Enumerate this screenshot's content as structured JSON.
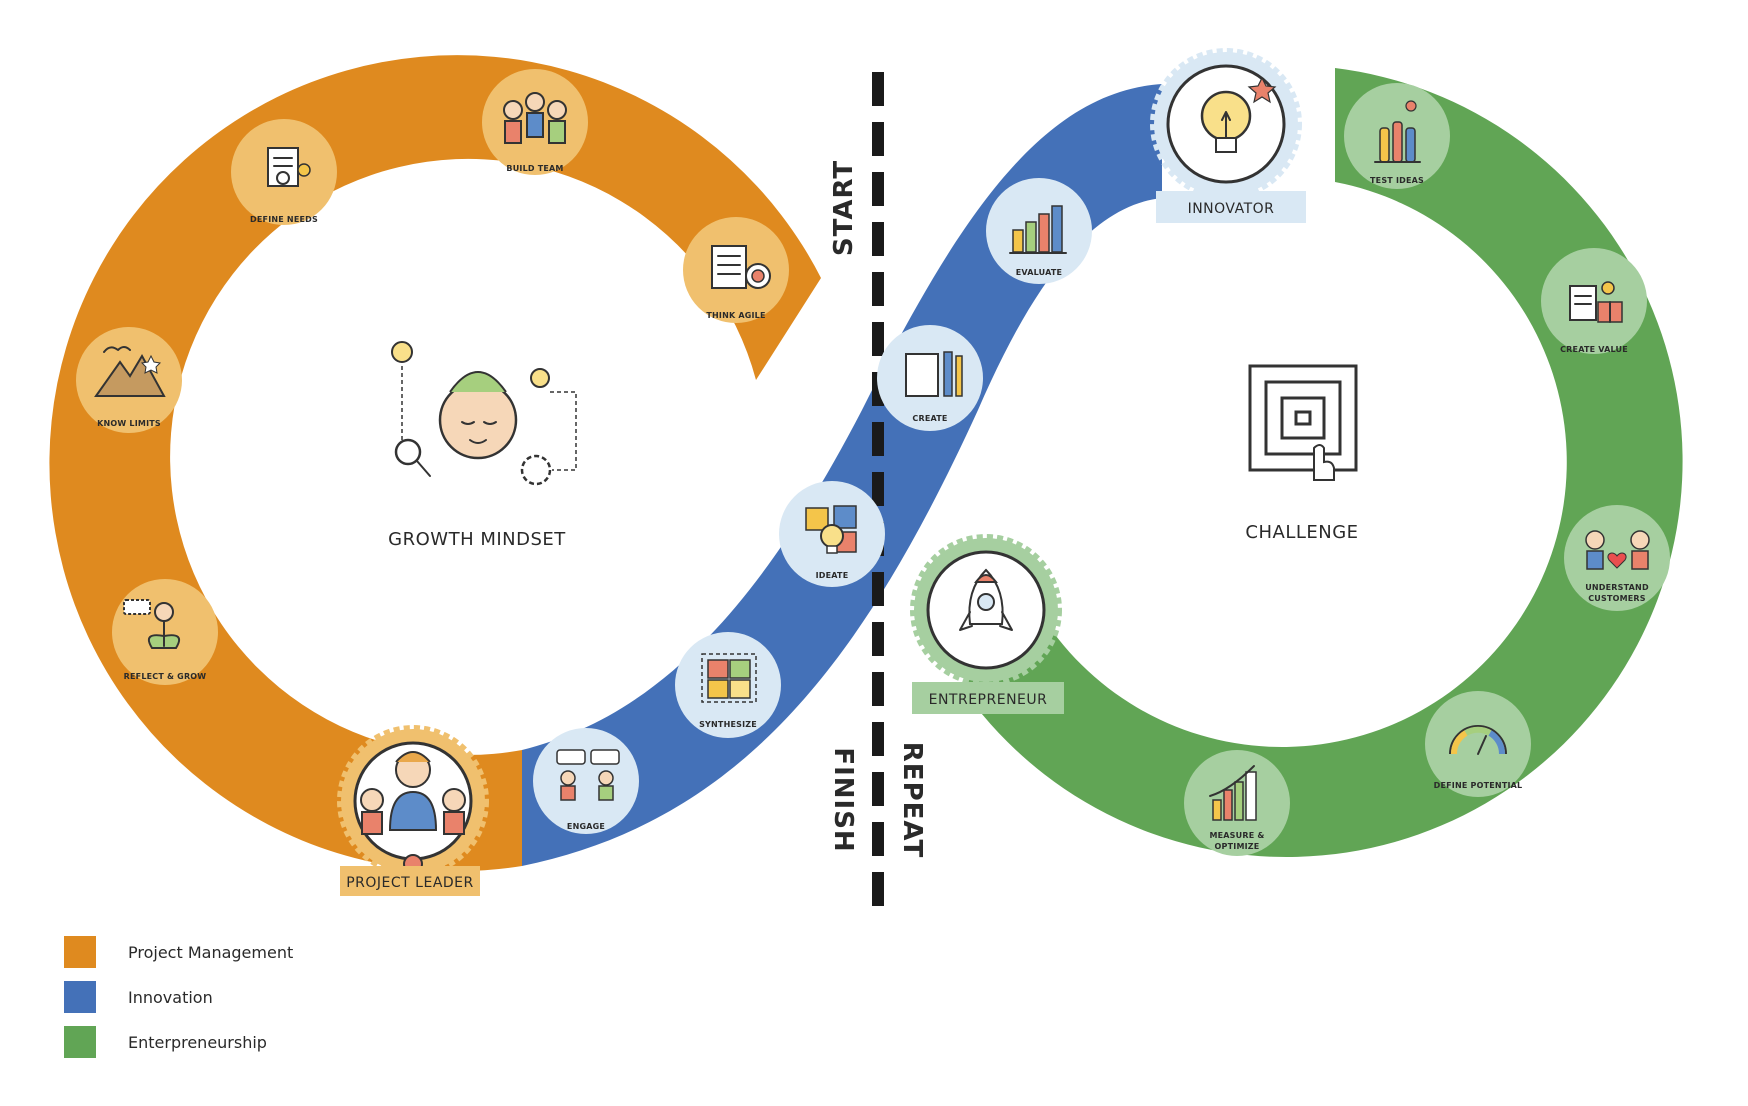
{
  "colors": {
    "project_management": "#DF8A1F",
    "innovation": "#4471B8",
    "entrepreneurship": "#61A555",
    "pm_circle": "#F0C06E",
    "in_circle": "#D9E8F4",
    "en_circle": "#A6CFA0"
  },
  "center": {
    "growth_mindset": "GROWTH MINDSET",
    "challenge": "CHALLENGE"
  },
  "divider": {
    "start": "START",
    "finish": "FINISH",
    "repeat": "REPEAT"
  },
  "badges": {
    "project_leader": "PROJECT LEADER",
    "innovator": "INNOVATOR",
    "entrepreneur": "ENTREPRENEUR"
  },
  "steps": {
    "think_agile": "THINK AGILE",
    "build_team": "BUILD TEAM",
    "define_needs": "DEFINE NEEDS",
    "know_limits": "KNOW LIMITS",
    "reflect_grow": "REFLECT & GROW",
    "engage": "ENGAGE",
    "synthesize": "SYNTHESIZE",
    "ideate": "IDEATE",
    "create": "CREATE",
    "evaluate": "EVALUATE",
    "test_ideas": "TEST IDEAS",
    "create_value": "CREATE VALUE",
    "understand_customers_1": "UNDERSTAND",
    "understand_customers_2": "CUSTOMERS",
    "define_potential": "DEFINE POTENTIAL",
    "measure_optimize_1": "MEASURE &",
    "measure_optimize_2": "OPTIMIZE"
  },
  "legend": [
    {
      "label": "Project Management",
      "color": "#DF8A1F"
    },
    {
      "label": "Innovation",
      "color": "#4471B8"
    },
    {
      "label": "Enterpreneurship",
      "color": "#61A555"
    }
  ]
}
